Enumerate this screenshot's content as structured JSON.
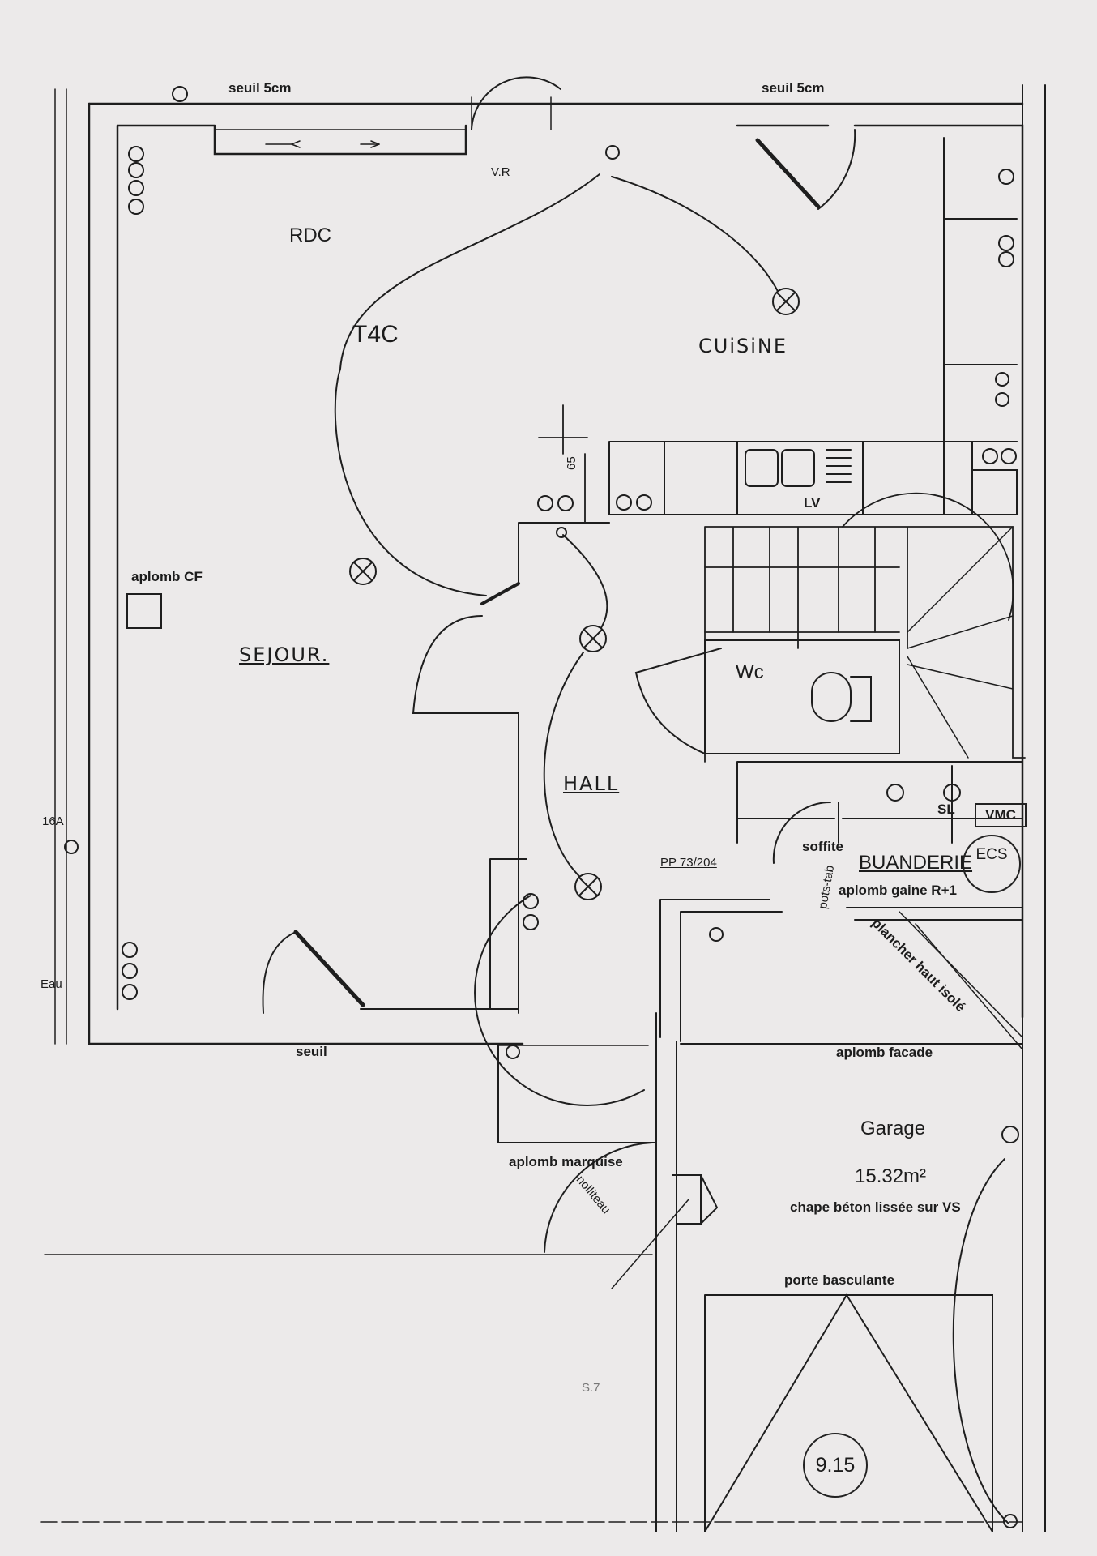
{
  "labels": {
    "seuil_top_left": "seuil 5cm",
    "seuil_top_right": "seuil 5cm",
    "rdc": "RDC",
    "t4c": "T4C",
    "cuisine": "CUiSiNE",
    "vr": "V.R",
    "dim_65": "65",
    "aplomb_cf": "aplomb CF",
    "sejour": "SEJOUR.",
    "hall": "HALL",
    "wc": "Wc",
    "pp": "PP 73/204",
    "soffite": "soffite",
    "buanderie": "BUANDERIE",
    "aplomb_gaine": "aplomb gaine R+1",
    "ecs": "ECS",
    "vmc": "VMC",
    "sl": "SL",
    "lv": "LV",
    "plancher": "plancher haut isolé",
    "pots": "pots-tab",
    "seuil_bottom": "seuil",
    "aplomb_facade": "aplomb facade",
    "aplomb_marquise": "aplomb marquise",
    "nolliteau": "nolliteau",
    "garage": "Garage",
    "garage_area": "15.32m²",
    "chape": "chape béton lissée sur VS",
    "porte": "porte basculante",
    "area_circle": "9.15",
    "a16": "16A",
    "eau": "Eau",
    "s7": "S.7"
  },
  "colors": {
    "ink": "#1c1c1c",
    "paper": "#eceaea"
  }
}
